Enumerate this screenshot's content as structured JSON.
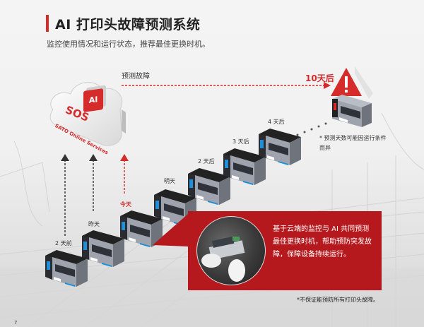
{
  "header": {
    "title": "AI 打印头故障预测系统",
    "subtitle": "监控使用情况和运行状态，推荐最佳更换时机。"
  },
  "cloud": {
    "ai_badge": "AI",
    "brand": "SOS",
    "brand_full": "SATO Online Services"
  },
  "timeline": {
    "predict_label": "预测故障",
    "failure_day": "10天后",
    "note": "* 预测天数可能因运行条件而异",
    "days": [
      {
        "label": "2 天前",
        "highlight": false
      },
      {
        "label": "昨天",
        "highlight": false
      },
      {
        "label": "今天",
        "highlight": true
      },
      {
        "label": "明天",
        "highlight": false
      },
      {
        "label": "2 天后",
        "highlight": false
      },
      {
        "label": "3 天后",
        "highlight": false
      },
      {
        "label": "4 天后",
        "highlight": false
      }
    ]
  },
  "callout": {
    "text": "基于云端的监控与 AI 共同预测最佳更换时机，帮助预防突发故障，保障设备持续运行。"
  },
  "footer": {
    "disclaimer": "*不保证能预防所有打印头故障。",
    "page_number": "7"
  },
  "colors": {
    "accent": "#d52b2b",
    "callout_bg": "#b5191e",
    "printer_body": "#9ea3ad",
    "printer_screen": "#1e8fd8"
  }
}
